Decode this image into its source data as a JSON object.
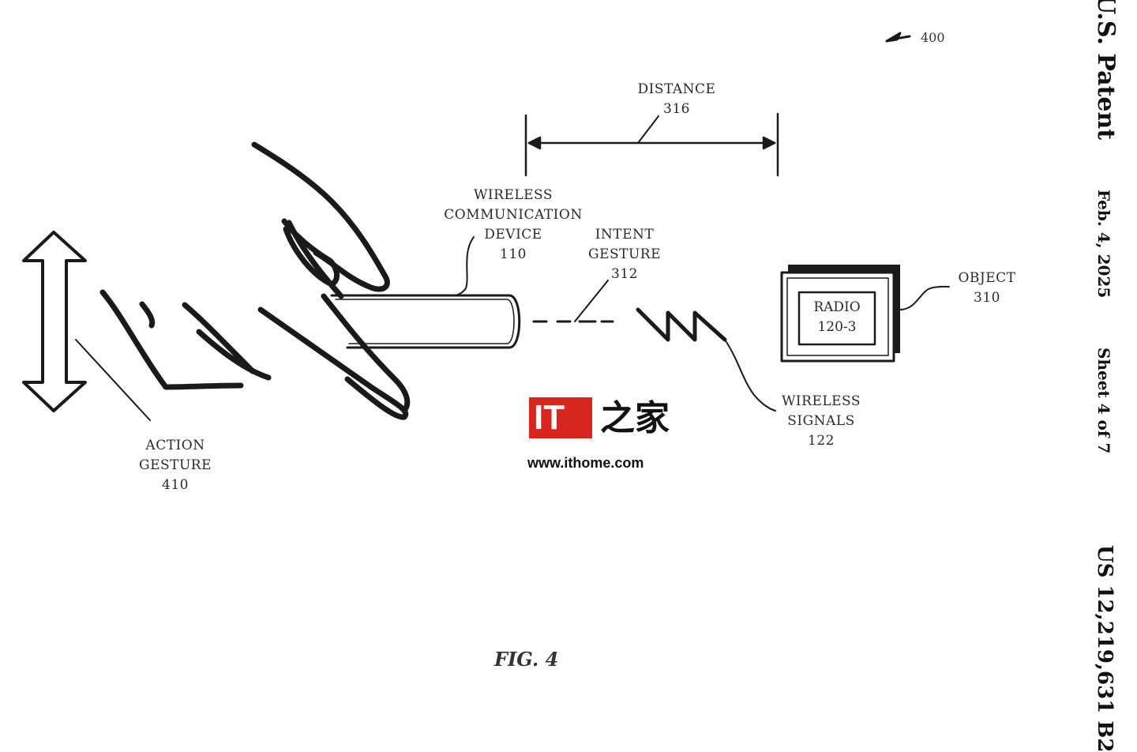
{
  "figure": {
    "ref_number": "400",
    "caption": "FIG. 4"
  },
  "header": {
    "patent_label": "U.S. Patent",
    "date": "Feb. 4, 2025",
    "sheet": "Sheet 4 of 7",
    "patent_number": "US 12,219,631 B2"
  },
  "labels": {
    "distance": {
      "line1": "DISTANCE",
      "line2": "316"
    },
    "wireless_device": {
      "line1": "WIRELESS",
      "line2": "COMMUNICATION",
      "line3": "DEVICE",
      "line4": "110"
    },
    "intent_gesture": {
      "line1": "INTENT",
      "line2": "GESTURE",
      "line3": "312"
    },
    "object": {
      "line1": "OBJECT",
      "line2": "310"
    },
    "radio": {
      "line1": "RADIO",
      "line2": "120-3"
    },
    "wireless_signals": {
      "line1": "WIRELESS",
      "line2": "SIGNALS",
      "line3": "122"
    },
    "action_gesture": {
      "line1": "ACTION",
      "line2": "GESTURE",
      "line3": "410"
    }
  },
  "watermark": {
    "logo_text": "IT",
    "logo_cjk": "之家",
    "url": "www.ithome.com",
    "color": "#d7261e"
  }
}
